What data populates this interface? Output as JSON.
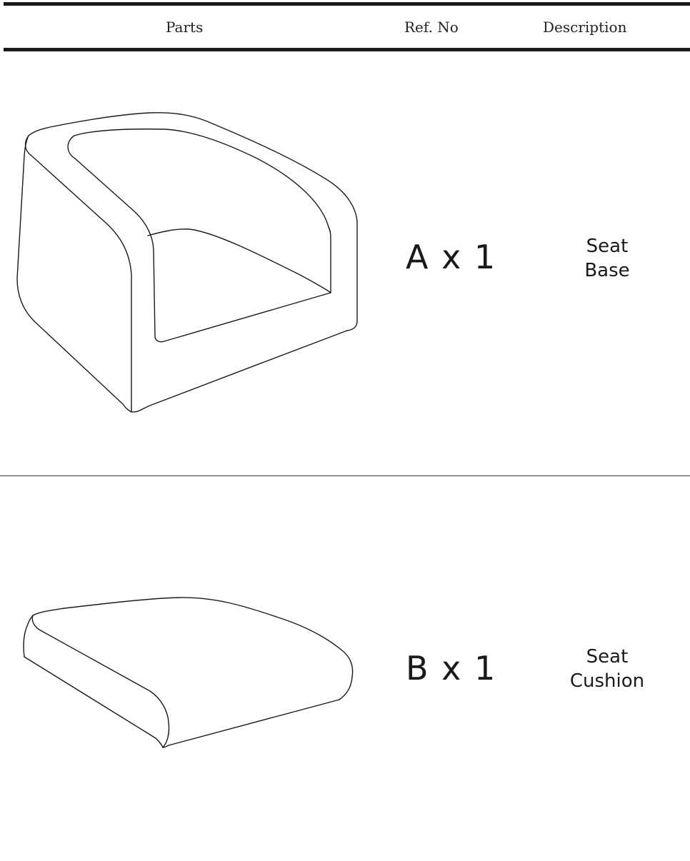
{
  "table": {
    "headers": {
      "parts": "Parts",
      "ref_no": "Ref. No",
      "description": "Description"
    }
  },
  "rows": [
    {
      "ref": "A x 1",
      "description_line1": "Seat",
      "description_line2": "Base",
      "drawing": "seat-base-icon"
    },
    {
      "ref": "B x 1",
      "description_line1": "Seat",
      "description_line2": "Cushion",
      "drawing": "seat-cushion-icon"
    }
  ]
}
